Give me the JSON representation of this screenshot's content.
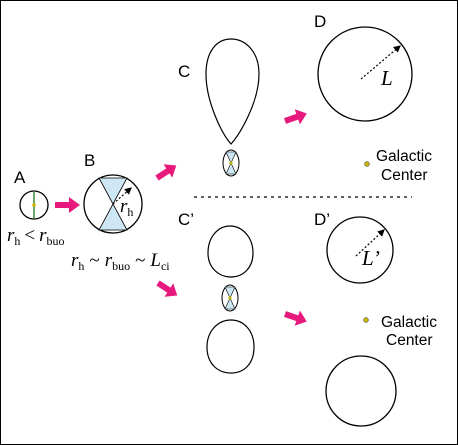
{
  "labels": {
    "A": "A",
    "B": "B",
    "C": "C",
    "C_prime": "C’",
    "D": "D",
    "D_prime": "D’"
  },
  "math": {
    "rh_main": "r",
    "rh_sub": "h",
    "lt": "<",
    "rbuo_main": "r",
    "rbuo_sub": "buo",
    "sim": "~",
    "Lci_main": "L",
    "Lci_sub": "ci",
    "L": "L",
    "L_prime": "L’"
  },
  "galactic_center": {
    "line1": "Galactic",
    "line2": "Center"
  },
  "colors": {
    "arrow": "#e8197d",
    "cone_fill": "#cde8f4",
    "gc_dot": "#c8b400",
    "outline": "#000000"
  }
}
